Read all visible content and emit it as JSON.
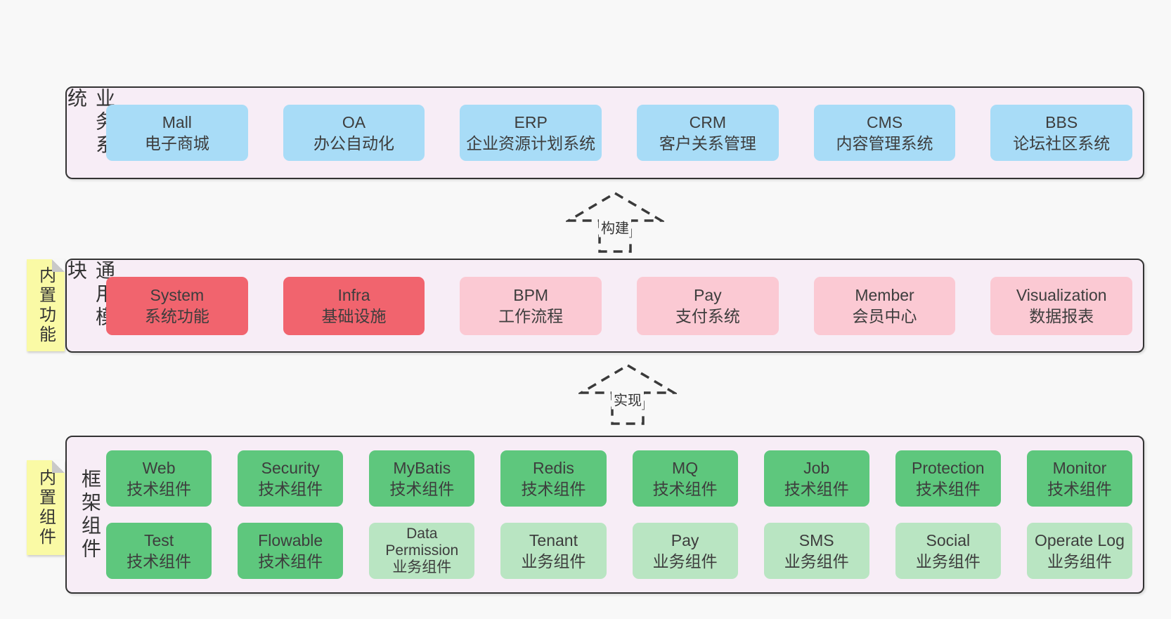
{
  "colors": {
    "page_bg": "#f8f8f8",
    "section_bg": "#f7edf6",
    "section_border": "#333333",
    "blue": "#a8dcf7",
    "red": "#f1646e",
    "pink": "#fbc9d3",
    "green": "#5ec77d",
    "green_light": "#b9e5c2",
    "note_bg": "#fafaa5",
    "note_fold": "#c9c9c9",
    "arrow_stroke": "#3a3a3a",
    "text": "#3d3d3d"
  },
  "notes": [
    {
      "text": "内置功能"
    },
    {
      "text": "内置组件"
    }
  ],
  "arrows": [
    {
      "label": "构建"
    },
    {
      "label": "实现"
    }
  ],
  "sections": [
    {
      "id": "business",
      "label": "业务系统",
      "rows": [
        [
          {
            "title": "Mall",
            "subtitle": "电子商城",
            "variant": "blue"
          },
          {
            "title": "OA",
            "subtitle": "办公自动化",
            "variant": "blue"
          },
          {
            "title": "ERP",
            "subtitle": "企业资源计划系统",
            "variant": "blue"
          },
          {
            "title": "CRM",
            "subtitle": "客户关系管理",
            "variant": "blue"
          },
          {
            "title": "CMS",
            "subtitle": "内容管理系统",
            "variant": "blue"
          },
          {
            "title": "BBS",
            "subtitle": "论坛社区系统",
            "variant": "blue"
          }
        ]
      ]
    },
    {
      "id": "common",
      "label": "通用模块",
      "rows": [
        [
          {
            "title": "System",
            "subtitle": "系统功能",
            "variant": "red"
          },
          {
            "title": "Infra",
            "subtitle": "基础设施",
            "variant": "red"
          },
          {
            "title": "BPM",
            "subtitle": "工作流程",
            "variant": "pink"
          },
          {
            "title": "Pay",
            "subtitle": "支付系统",
            "variant": "pink"
          },
          {
            "title": "Member",
            "subtitle": "会员中心",
            "variant": "pink"
          },
          {
            "title": "Visualization",
            "subtitle": "数据报表",
            "variant": "pink"
          }
        ]
      ]
    },
    {
      "id": "framework",
      "label": "框架组件",
      "rows": [
        [
          {
            "title": "Web",
            "subtitle": "技术组件",
            "variant": "green"
          },
          {
            "title": "Security",
            "subtitle": "技术组件",
            "variant": "green"
          },
          {
            "title": "MyBatis",
            "subtitle": "技术组件",
            "variant": "green"
          },
          {
            "title": "Redis",
            "subtitle": "技术组件",
            "variant": "green"
          },
          {
            "title": "MQ",
            "subtitle": "技术组件",
            "variant": "green"
          },
          {
            "title": "Job",
            "subtitle": "技术组件",
            "variant": "green"
          },
          {
            "title": "Protection",
            "subtitle": "技术组件",
            "variant": "green"
          },
          {
            "title": "Monitor",
            "subtitle": "技术组件",
            "variant": "green"
          }
        ],
        [
          {
            "title": "Test",
            "subtitle": "技术组件",
            "variant": "green"
          },
          {
            "title": "Flowable",
            "subtitle": "技术组件",
            "variant": "green"
          },
          {
            "title": "Data Permission",
            "subtitle": "业务组件",
            "variant": "green_light"
          },
          {
            "title": "Tenant",
            "subtitle": "业务组件",
            "variant": "green_light"
          },
          {
            "title": "Pay",
            "subtitle": "业务组件",
            "variant": "green_light"
          },
          {
            "title": "SMS",
            "subtitle": "业务组件",
            "variant": "green_light"
          },
          {
            "title": "Social",
            "subtitle": "业务组件",
            "variant": "green_light"
          },
          {
            "title": "Operate Log",
            "subtitle": "业务组件",
            "variant": "green_light"
          }
        ]
      ]
    }
  ]
}
